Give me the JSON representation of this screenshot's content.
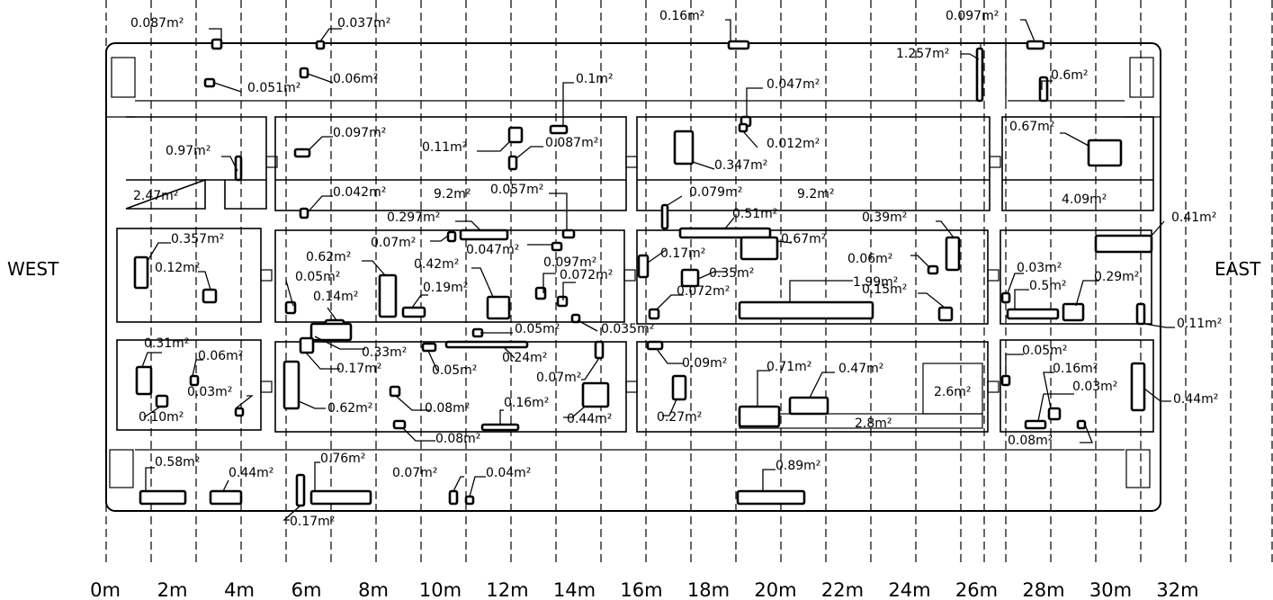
{
  "directions": {
    "west": "WEST",
    "east": "EAST"
  },
  "axis_ticks": [
    "0m",
    "2m",
    "4m",
    "6m",
    "8m",
    "10m",
    "12m",
    "14m",
    "16m",
    "18m",
    "20m",
    "22m",
    "24m",
    "26m",
    "28m",
    "30m",
    "32m"
  ],
  "room_labels": [
    "2.47m²",
    "9.2m²",
    "9.2m²",
    "4.09m²",
    "2.6m²",
    "2.8m²"
  ],
  "spots": [
    {
      "label": "0.087m²"
    },
    {
      "label": "0.037m²"
    },
    {
      "label": "0.051m²"
    },
    {
      "label": "0.06m²"
    },
    {
      "label": "0.16m²"
    },
    {
      "label": "0.097m²"
    },
    {
      "label": "1.257m²"
    },
    {
      "label": "0.6m²"
    },
    {
      "label": "0.1m²"
    },
    {
      "label": "0.047m²"
    },
    {
      "label": "0.97m²"
    },
    {
      "label": "0.097m²"
    },
    {
      "label": "0.11m²"
    },
    {
      "label": "0.087m²"
    },
    {
      "label": "0.012m²"
    },
    {
      "label": "0.347m²"
    },
    {
      "label": "0.67m²"
    },
    {
      "label": "0.042m²"
    },
    {
      "label": "0.057m²"
    },
    {
      "label": "0.079m²"
    },
    {
      "label": "0.297m²"
    },
    {
      "label": "0.51m²"
    },
    {
      "label": "0.39m²"
    },
    {
      "label": "0.41m²"
    },
    {
      "label": "0.357m²"
    },
    {
      "label": "0.12m²"
    },
    {
      "label": "0.62m²"
    },
    {
      "label": "0.07m²"
    },
    {
      "label": "0.047m²"
    },
    {
      "label": "0.67m²"
    },
    {
      "label": "0.17m²"
    },
    {
      "label": "0.06m²"
    },
    {
      "label": "0.097m²"
    },
    {
      "label": "0.42m²"
    },
    {
      "label": "0.072m²"
    },
    {
      "label": "0.05m²"
    },
    {
      "label": "0.14m²"
    },
    {
      "label": "0.19m²"
    },
    {
      "label": "0.35m²"
    },
    {
      "label": "1.99m²"
    },
    {
      "label": "0.072m²"
    },
    {
      "label": "0.15m²"
    },
    {
      "label": "0.03m²"
    },
    {
      "label": "0.5m²"
    },
    {
      "label": "0.29m²"
    },
    {
      "label": "0.05m²"
    },
    {
      "label": "0.035m²"
    },
    {
      "label": "0.11m²"
    },
    {
      "label": "0.31m²"
    },
    {
      "label": "0.06m²"
    },
    {
      "label": "0.33m²"
    },
    {
      "label": "0.24m²"
    },
    {
      "label": "0.17m²"
    },
    {
      "label": "0.05m²"
    },
    {
      "label": "0.09m²"
    },
    {
      "label": "0.71m²"
    },
    {
      "label": "0.47m²"
    },
    {
      "label": "0.05m²"
    },
    {
      "label": "0.07m²"
    },
    {
      "label": "0.16m²"
    },
    {
      "label": "0.03m²"
    },
    {
      "label": "0.10m²"
    },
    {
      "label": "0.62m²"
    },
    {
      "label": "0.08m²"
    },
    {
      "label": "0.16m²"
    },
    {
      "label": "0.44m²"
    },
    {
      "label": "0.27m²"
    },
    {
      "label": "0.08m²"
    },
    {
      "label": "0.44m²"
    },
    {
      "label": "0.08m²"
    },
    {
      "label": "0.03m²"
    },
    {
      "label": "0.58m²"
    },
    {
      "label": "0.44m²"
    },
    {
      "label": "0.76m²"
    },
    {
      "label": "0.07m²"
    },
    {
      "label": "0.04m²"
    },
    {
      "label": "0.89m²"
    },
    {
      "label": "0.17m²"
    }
  ]
}
